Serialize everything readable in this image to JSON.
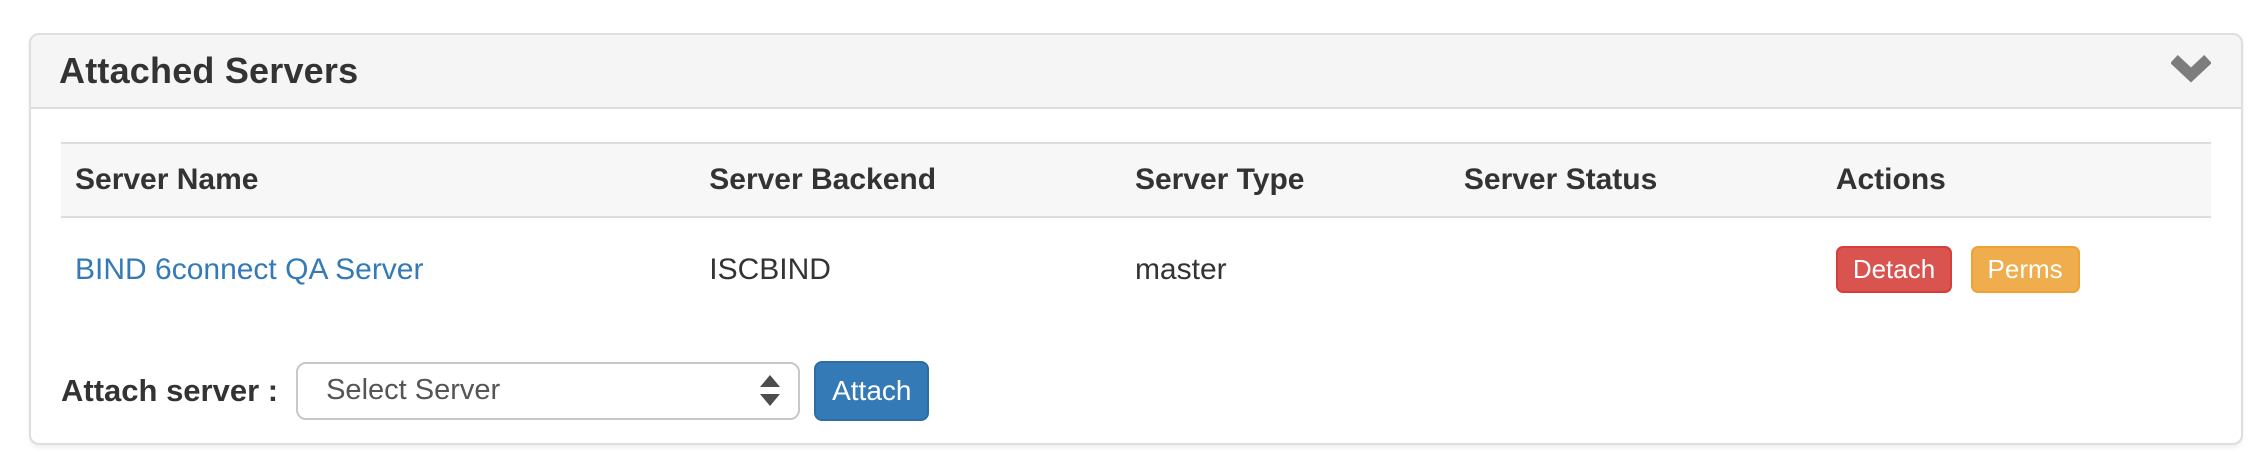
{
  "panel": {
    "title": "Attached Servers",
    "collapse_icon": "chevron-down"
  },
  "table": {
    "headers": [
      "Server Name",
      "Server Backend",
      "Server Type",
      "Server Status",
      "Actions"
    ],
    "rows": [
      {
        "name": "BIND 6connect QA Server",
        "backend": "ISCBIND",
        "type": "master",
        "status": "",
        "actions": {
          "detach_label": "Detach",
          "perms_label": "Perms"
        }
      }
    ]
  },
  "attach": {
    "label": "Attach server :",
    "select_value": "Select Server",
    "button_label": "Attach"
  },
  "colors": {
    "link": "#337ab7",
    "detach_button": "#d9534f",
    "perms_button": "#f0ad4e",
    "attach_button": "#337ab7",
    "panel_heading_bg": "#f5f5f5",
    "table_header_bg": "#f7f7f7",
    "border": "#dddddd"
  }
}
